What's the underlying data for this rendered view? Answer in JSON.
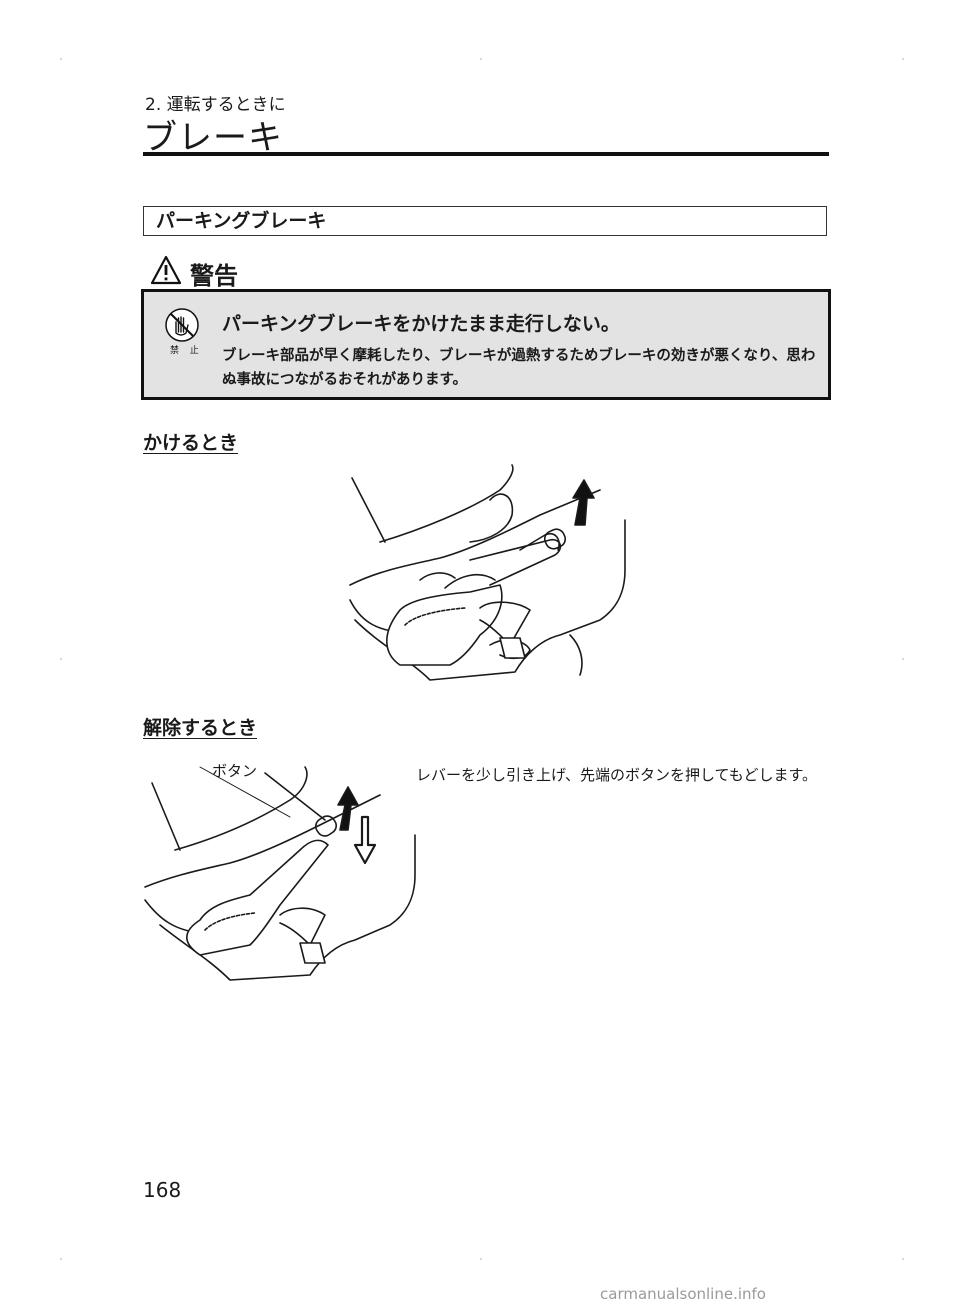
{
  "header": {
    "chapter": "2. 運転するときに",
    "title": "ブレーキ"
  },
  "section": {
    "title": "パーキングブレーキ"
  },
  "warning": {
    "label": "警告",
    "icon_caption": "禁 止",
    "title": "パーキングブレーキをかけたまま走行しない。",
    "body": "ブレーキ部品が早く摩耗したり、ブレーキが過熱するためブレーキの効きが悪くなり、思わぬ事故につながるおそれがあります。"
  },
  "apply": {
    "heading": "かけるとき",
    "figure_icon": "parking-brake-lever-pull-illustration"
  },
  "release": {
    "heading": "解除するとき",
    "callout": "ボタン",
    "text": "レバーを少し引き上げ、先端のボタンを押してもどします。",
    "figure_icon": "parking-brake-lever-release-illustration"
  },
  "footer": {
    "page_number": "168",
    "watermark": "carmanualsonline.info"
  },
  "colors": {
    "warning_bg": "#e3e3e3",
    "rule": "#111111"
  }
}
